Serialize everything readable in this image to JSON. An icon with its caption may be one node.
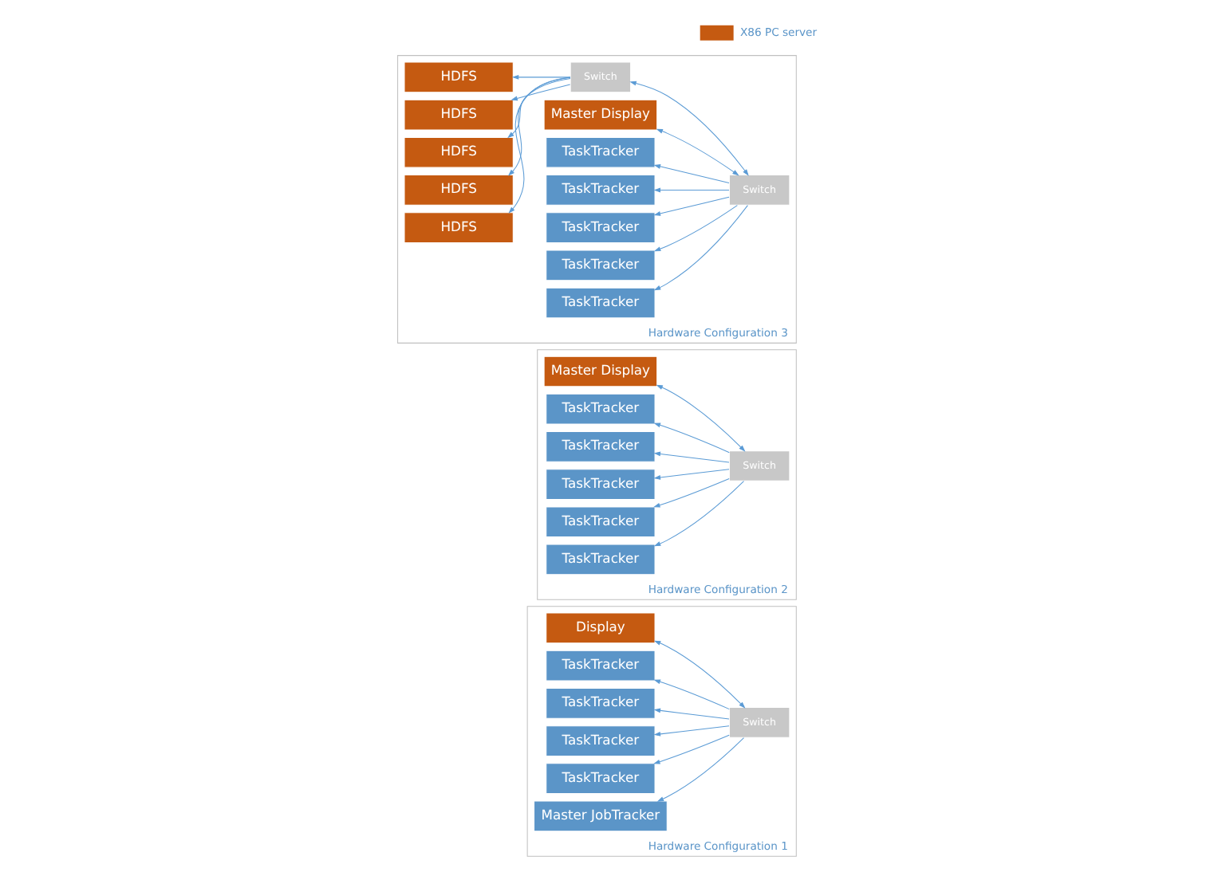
{
  "diagram": {
    "nodes": [
      {
        "text": [
          "Hardware Configuration 1"
        ]
      },
      {
        "text": [
          "Master JobTracker"
        ],
        "in": 0
      },
      {
        "text": [
          "TaskTracker"
        ],
        "in": 0
      },
      {
        "text": [
          "TaskTracker"
        ],
        "in": 0
      },
      {
        "text": [
          "TaskTracker"
        ],
        "in": 0
      },
      {
        "text": [
          "TaskTracker"
        ],
        "in": 0
      },
      {
        "text": [
          "Switch"
        ],
        "in": 0
      },
      {
        "text": [
          "Display"
        ],
        "in": 0
      },
      {
        "text": [
          "Hardware Configuration 2"
        ]
      },
      {
        "text": [
          "TaskTracker"
        ],
        "in": 8
      },
      {
        "text": [
          "TaskTracker"
        ],
        "in": 8
      },
      {
        "text": [
          "TaskTracker"
        ],
        "in": 8
      },
      {
        "text": [
          "TaskTracker"
        ],
        "in": 8
      },
      {
        "text": [
          "TaskTracker"
        ],
        "in": 8
      },
      {
        "text": [
          "Switch"
        ],
        "in": 8
      },
      {
        "text": [
          "Master Display"
        ],
        "in": 8
      },
      {
        "text": [
          "Hardware Configuration 3"
        ]
      },
      {
        "text": [
          "TaskTracker"
        ],
        "in": 16
      },
      {
        "text": [
          "TaskTracker"
        ],
        "in": 16
      },
      {
        "text": [
          "TaskTracker"
        ],
        "in": 16
      },
      {
        "text": [
          "TaskTracker"
        ],
        "in": 16
      },
      {
        "text": [
          "TaskTracker"
        ],
        "in": 16
      },
      {
        "text": [
          "Switch"
        ],
        "in": 16
      },
      {
        "text": [
          "Master Display"
        ],
        "in": 16
      },
      {
        "text": [
          "HDFS"
        ],
        "in": 16
      },
      {
        "text": [
          "HDFS"
        ],
        "in": 16
      },
      {
        "text": [
          "HDFS"
        ],
        "in": 16
      },
      {
        "text": [
          "HDFS"
        ],
        "in": 16
      },
      {
        "text": [
          "HDFS"
        ],
        "in": 16
      },
      {
        "text": [
          "Switch"
        ],
        "in": 16
      }
    ],
    "edges": [
      {
        "from": 6,
        "to": 1,
        "arrow": "to"
      },
      {
        "from": 6,
        "to": 2,
        "arrow": "to"
      },
      {
        "from": 6,
        "to": 3,
        "arrow": "to"
      },
      {
        "from": 6,
        "to": 4,
        "arrow": "to"
      },
      {
        "from": 6,
        "to": 5,
        "arrow": "to"
      },
      {
        "from": 6,
        "to": 7,
        "arrow": "both"
      },
      {
        "from": 14,
        "to": 9,
        "arrow": "to"
      },
      {
        "from": 14,
        "to": 10,
        "arrow": "to"
      },
      {
        "from": 14,
        "to": 11,
        "arrow": "to"
      },
      {
        "from": 14,
        "to": 12,
        "arrow": "to"
      },
      {
        "from": 14,
        "to": 13,
        "arrow": "to"
      },
      {
        "from": 14,
        "to": 15,
        "arrow": "both"
      },
      {
        "from": 22,
        "to": 17,
        "arrow": "to"
      },
      {
        "from": 22,
        "to": 18,
        "arrow": "to"
      },
      {
        "from": 22,
        "to": 19,
        "arrow": "to"
      },
      {
        "from": 22,
        "to": 20,
        "arrow": "to"
      },
      {
        "from": 22,
        "to": 21,
        "arrow": "to"
      },
      {
        "from": 22,
        "to": 23,
        "arrow": "both"
      },
      {
        "from": 22,
        "to": 29,
        "arrow": "both"
      },
      {
        "from": 29,
        "to": 24,
        "arrow": "to"
      },
      {
        "from": 29,
        "to": 25,
        "arrow": "to"
      },
      {
        "from": 29,
        "to": 26,
        "arrow": "to"
      },
      {
        "from": 29,
        "to": 27,
        "arrow": "to"
      },
      {
        "from": 29,
        "to": 28,
        "arrow": "to"
      }
    ],
    "legend": [
      {
        "text": "X86 PC server",
        "color": "#c55a11"
      }
    ]
  }
}
